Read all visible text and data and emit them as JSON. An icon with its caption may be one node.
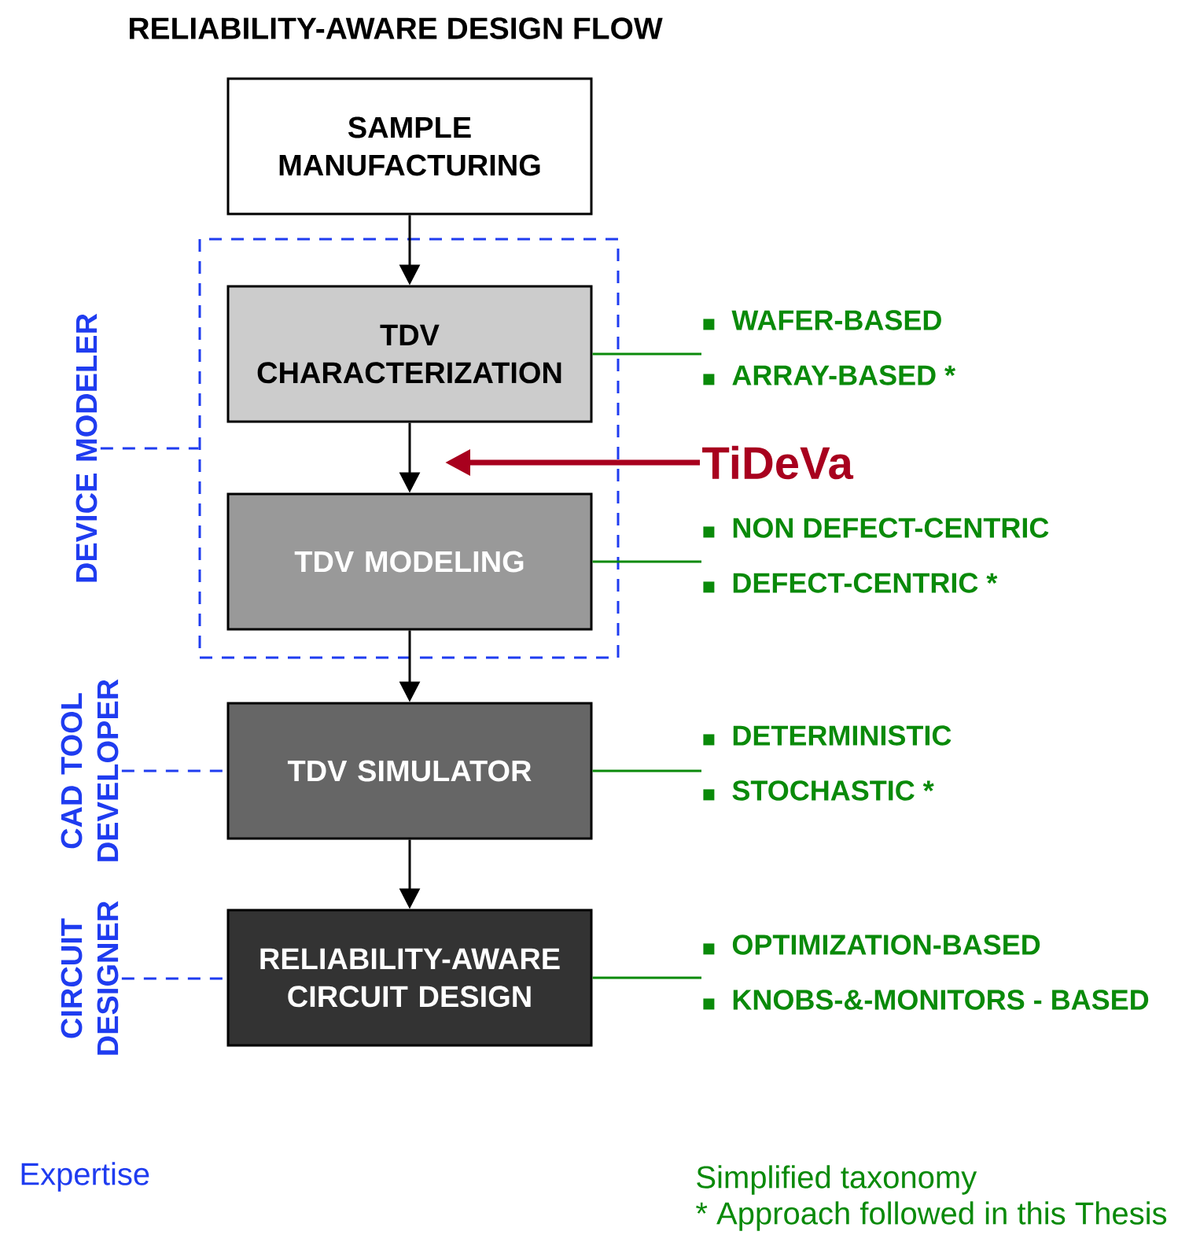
{
  "diagram": {
    "title": "RELIABILITY-AWARE DESIGN FLOW",
    "nodes": [
      {
        "text": [
          "SAMPLE MANUFACTURING"
        ]
      },
      {
        "text": [],
        "shape": "box"
      },
      {
        "text": [
          "TDV CHARACTERIZATION"
        ],
        "in": 1
      },
      {
        "text": [
          "TDV MODELING"
        ],
        "in": 1
      },
      {
        "text": [
          "TDV SIMULATOR"
        ]
      },
      {
        "text": [
          "RELIABILITY-AWARE CIRCUIT DESIGN"
        ]
      },
      {
        "text": [
          "DEVICE MODELER"
        ]
      },
      {
        "text": [
          "CAD TOOL DEVELOPER"
        ]
      },
      {
        "text": [
          "CIRCUIT DESIGNER"
        ]
      },
      {
        "text": [
          "TiDeVa"
        ]
      },
      {
        "text": [
          "WAFER-BASED",
          "ARRAY-BASED *"
        ]
      },
      {
        "text": [
          "NON DEFECT-CENTRIC",
          "DEFECT-CENTRIC *"
        ]
      },
      {
        "text": [
          "DETERMINISTIC",
          "STOCHASTIC *"
        ]
      },
      {
        "text": [
          "OPTIMIZATION-BASED",
          "KNOBS-&-MONITORS - BASED"
        ]
      }
    ],
    "edges": [
      {
        "from": 0,
        "to": 2,
        "arrow": "to"
      },
      {
        "from": 2,
        "to": 3,
        "arrow": "to"
      },
      {
        "from": 3,
        "to": 4,
        "arrow": "to"
      },
      {
        "from": 4,
        "to": 5,
        "arrow": "to"
      },
      {
        "from": 6,
        "to": 1,
        "arrow": "none",
        "style": "dashed",
        "color": "#1f3cf0"
      },
      {
        "from": 7,
        "to": 4,
        "arrow": "none",
        "style": "dashed",
        "color": "#1f3cf0"
      },
      {
        "from": 8,
        "to": 5,
        "arrow": "none",
        "style": "dashed",
        "color": "#1f3cf0"
      },
      {
        "from": 9,
        "to": null,
        "arrow": "to",
        "style": "thick",
        "color": "#a8001e"
      },
      {
        "from": 2,
        "to": 10,
        "arrow": "none",
        "color": "#0a8a0a"
      },
      {
        "from": 3,
        "to": 11,
        "arrow": "none",
        "color": "#0a8a0a"
      },
      {
        "from": 4,
        "to": 12,
        "arrow": "none",
        "color": "#0a8a0a"
      },
      {
        "from": 5,
        "to": 13,
        "arrow": "none",
        "color": "#0a8a0a"
      }
    ],
    "labels": [
      "Expertise",
      "Simplified taxonomy",
      "* Approach followed in this Thesis"
    ]
  }
}
